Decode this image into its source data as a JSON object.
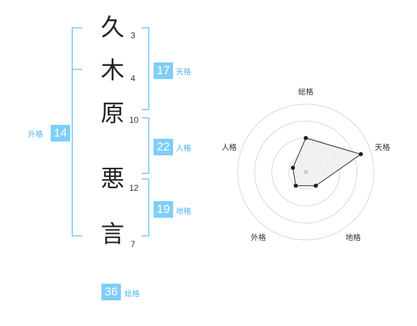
{
  "name": {
    "chars": [
      {
        "char": "久",
        "strokes": "3"
      },
      {
        "char": "木",
        "strokes": "4"
      },
      {
        "char": "原",
        "strokes": "10"
      },
      {
        "char": "悪",
        "strokes": "12"
      },
      {
        "char": "言",
        "strokes": "7"
      }
    ]
  },
  "fortunes": {
    "tenkaku": {
      "value": "17",
      "label": "天格"
    },
    "jinkaku": {
      "value": "22",
      "label": "人格"
    },
    "chikaku": {
      "value": "19",
      "label": "地格"
    },
    "gaikaku": {
      "value": "14",
      "label": "外格"
    },
    "soukaku": {
      "value": "36",
      "label": "総格"
    }
  },
  "colors": {
    "accent": "#7fcef8",
    "accent_text": "#4db6f2",
    "bracket": "#6ec6f5"
  },
  "chart_data": {
    "type": "radar",
    "axes": [
      "総格",
      "天格",
      "地格",
      "外格",
      "人格"
    ],
    "values": [
      0.5,
      0.85,
      0.25,
      0.25,
      0.2
    ],
    "rings": 4
  }
}
